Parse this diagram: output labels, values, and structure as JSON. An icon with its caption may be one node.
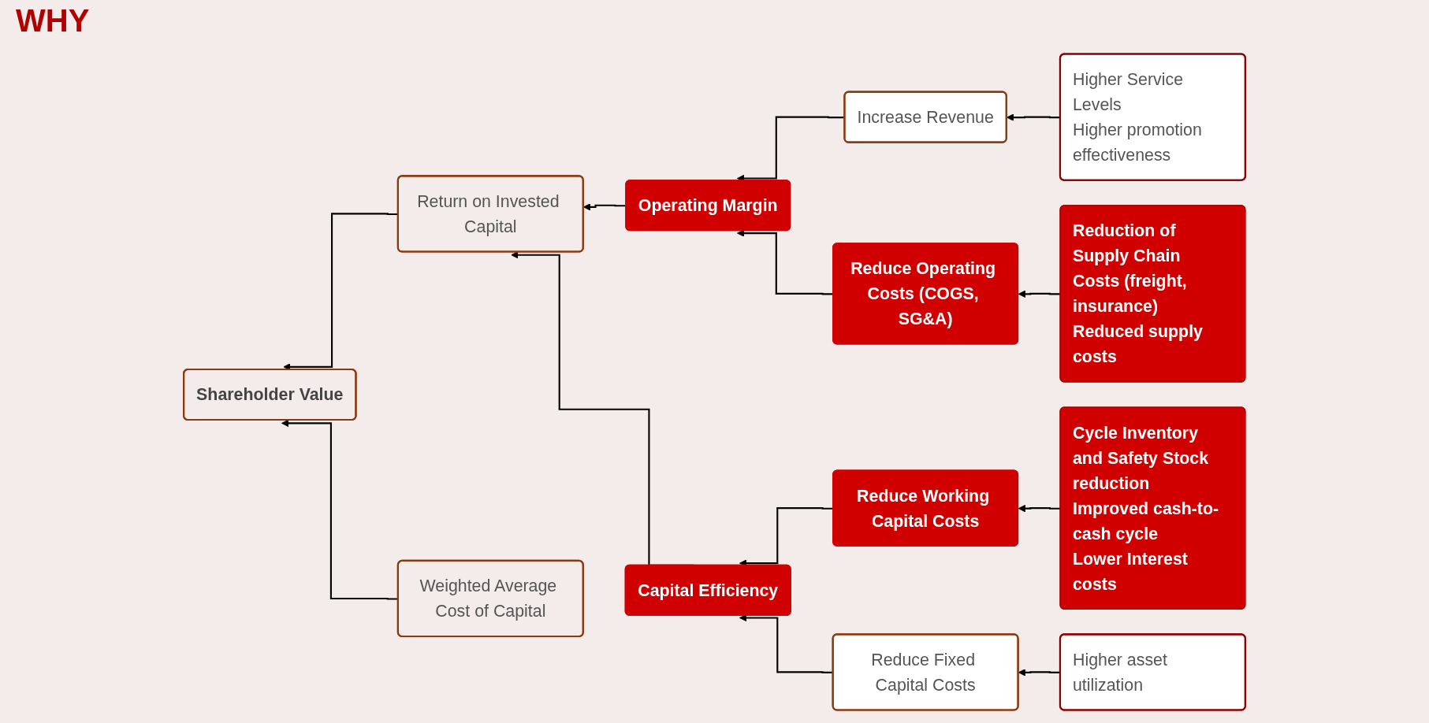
{
  "diagram": {
    "title": "WHY",
    "nodes": [
      {
        "text": [
          "Increase Revenue"
        ]
      },
      {
        "text": [
          "Higher Service Levels",
          "Higher promotion effectiveness"
        ]
      },
      {
        "text": [
          "Operating Margin"
        ]
      },
      {
        "text": [
          "Return on Invested Capital"
        ]
      },
      {
        "text": [
          "Reduce Operating Costs (COGS, SG&A)"
        ]
      },
      {
        "text": [
          "Reduction of Supply Chain Costs (freight, insurance)",
          "Reduced supply costs"
        ]
      },
      {
        "text": [
          "Shareholder Value"
        ]
      },
      {
        "text": [
          "Reduce Working Capital Costs"
        ]
      },
      {
        "text": [
          "Cycle Inventory and Safety Stock reduction",
          "Improved cash-to-cash cycle",
          "Lower Interest costs"
        ]
      },
      {
        "text": [
          "Capital Efficiency"
        ]
      },
      {
        "text": [
          "Reduce Fixed Capital Costs"
        ]
      },
      {
        "text": [
          "Higher asset utilization"
        ]
      },
      {
        "text": [
          "Weighted Average Cost of Capital"
        ]
      }
    ],
    "edges": [
      {
        "from": 1,
        "to": 0,
        "arrow": "to"
      },
      {
        "from": 0,
        "to": 2,
        "arrow": "to"
      },
      {
        "from": 5,
        "to": 4,
        "arrow": "to"
      },
      {
        "from": 4,
        "to": 2,
        "arrow": "to"
      },
      {
        "from": 2,
        "to": 3,
        "arrow": "to"
      },
      {
        "from": 8,
        "to": 7,
        "arrow": "to"
      },
      {
        "from": 7,
        "to": 9,
        "arrow": "to"
      },
      {
        "from": 11,
        "to": 10,
        "arrow": "to"
      },
      {
        "from": 10,
        "to": 9,
        "arrow": "to"
      },
      {
        "from": 9,
        "to": 3,
        "arrow": "to"
      },
      {
        "from": 3,
        "to": 6,
        "arrow": "to"
      },
      {
        "from": 12,
        "to": 6,
        "arrow": "to"
      }
    ]
  }
}
